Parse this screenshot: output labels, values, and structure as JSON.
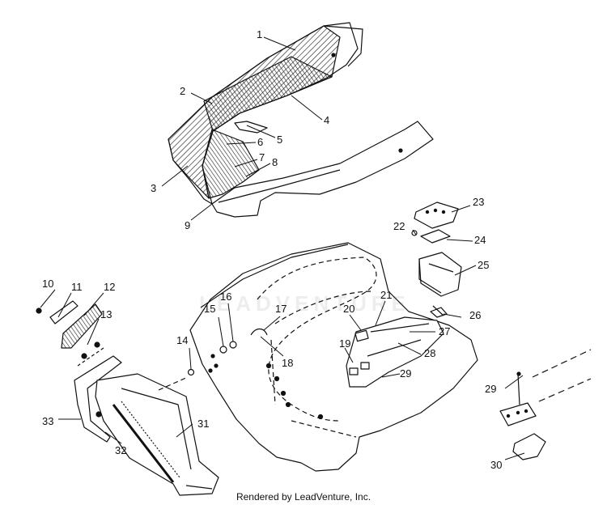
{
  "diagram": {
    "watermark": "LEADVENTURE",
    "footer": "Rendered by LeadVenture, Inc.",
    "callouts": {
      "c1": "1",
      "c2": "2",
      "c3": "3",
      "c4": "4",
      "c5": "5",
      "c6": "6",
      "c7": "7",
      "c8": "8",
      "c9": "9",
      "c10": "10",
      "c11": "11",
      "c12": "12",
      "c13": "13",
      "c14": "14",
      "c15": "15",
      "c16": "16",
      "c17": "17",
      "c18": "18",
      "c19": "19",
      "c20": "20",
      "c21": "21",
      "c22": "22",
      "c23": "23",
      "c24": "24",
      "c25": "25",
      "c26": "26",
      "c27": "27",
      "c28": "28",
      "c29a": "29",
      "c29b": "29",
      "c30": "30",
      "c31": "31",
      "c32": "32",
      "c33": "33"
    }
  }
}
